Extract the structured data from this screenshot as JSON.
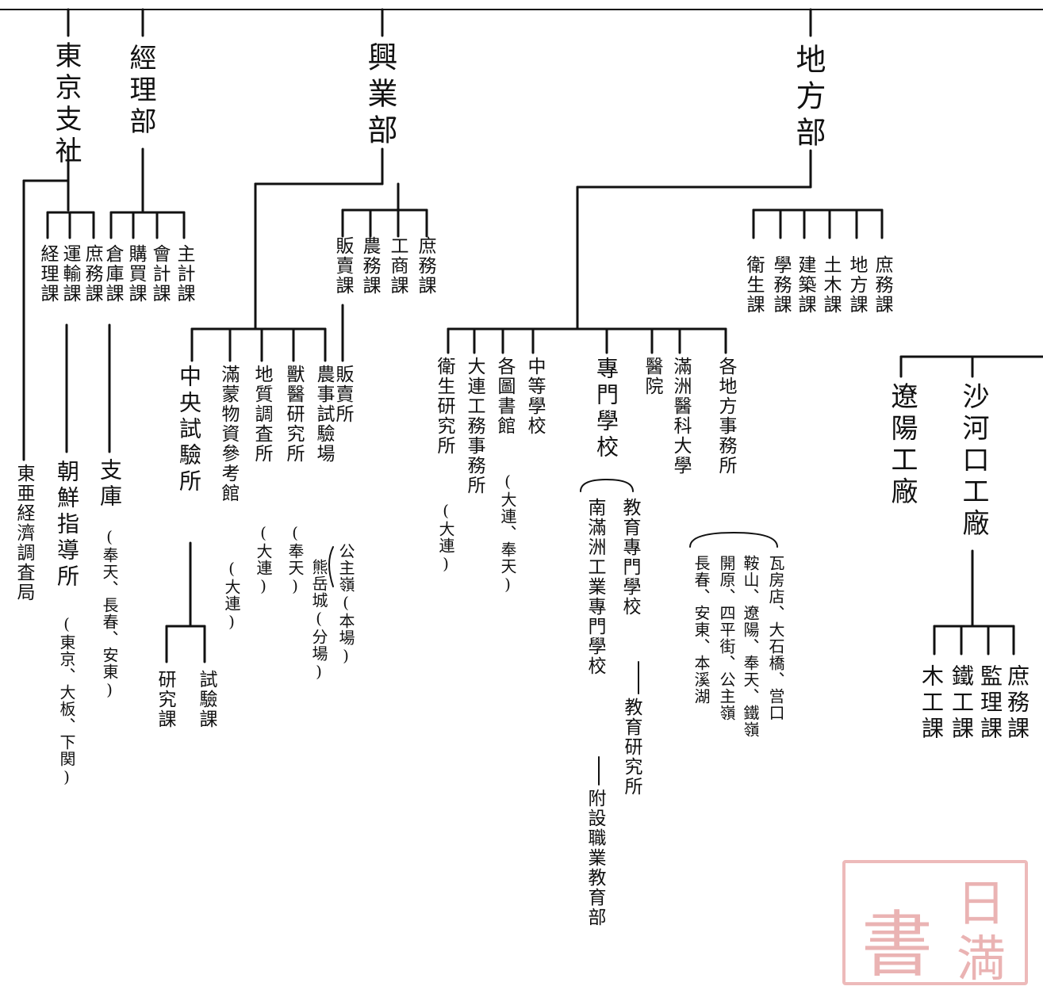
{
  "departments": {
    "tokyo": "東京支社",
    "keiri": "經理部",
    "kogyo": "興業部",
    "chiho": "地方部"
  },
  "tokyo_units": [
    "庶務課",
    "運輸課",
    "経理課"
  ],
  "keiri_units": [
    "主計課",
    "會計課",
    "購買課",
    "倉庫課"
  ],
  "kogyo_units": [
    "庶務課",
    "工商課",
    "農務課",
    "販賣課"
  ],
  "chiho_units": [
    "庶務課",
    "地方課",
    "土木課",
    "建築課",
    "學務課",
    "衛生課"
  ],
  "tokyo_branches": {
    "survey": "東亜経濟調査局",
    "guidance": "朝鮮指導所",
    "guidance_note": "(東京、大板、下関)",
    "depot": "支庫",
    "depot_note": "(奉天、長春、安東)"
  },
  "kogyo_branches": {
    "sales": "販賣所",
    "farm": "農事試驗場",
    "farm_note1": "公主嶺(本場)",
    "farm_note2": "熊岳城(分場)",
    "vet": "獸醫研究所",
    "vet_note": "(奉天)",
    "geo": "地質調査所",
    "geo_note": "(大連)",
    "museum": "滿蒙物資參考館",
    "museum_note": "(大連)",
    "central": "中央試驗所",
    "research": "研究課",
    "testing": "試驗課"
  },
  "chiho_branches": {
    "local_offices": "各地方事務所",
    "local_places_1": "瓦房店、大石橋、営口",
    "local_places_2": "鞍山、遼陽、奉天、鐵嶺",
    "local_places_3": "開原、四平街、公主嶺",
    "local_places_4": "長春、安東、本溪湖",
    "medical_univ": "滿洲醫科大學",
    "hospital": "醫院",
    "vocational": "專門學校",
    "edu_school": "教育專門學校",
    "edu_institute": "教育研究所",
    "tech_school": "南滿洲工業專門學校",
    "vocational_dept": "附設職業教育部",
    "middle_school": "中等學校",
    "libraries": "各圖書館",
    "libraries_note": "(大連、奉天)",
    "dalian_office": "大連工務事務所",
    "hygiene": "衛生研究所",
    "hygiene_note": "(大連)"
  },
  "works": {
    "shahekou": "沙河口工廠",
    "liaoyang": "遼陽工廠",
    "units": [
      "庶務課",
      "監理課",
      "鐵工課",
      "木工課"
    ]
  },
  "seal": {
    "color": "#e39a9a",
    "glyph1": "日",
    "glyph2": "書",
    "glyph3": "満"
  }
}
